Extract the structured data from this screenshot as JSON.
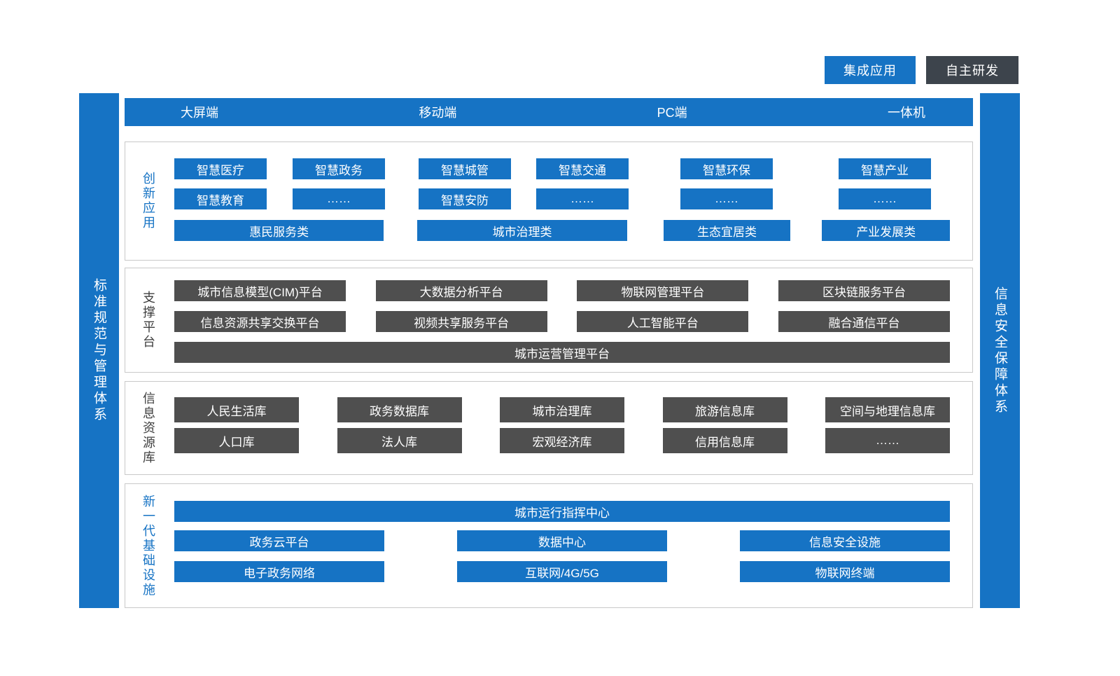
{
  "colors": {
    "blue": "#1673c4",
    "dark": "#4f4f4f",
    "legend_dark": "#3d444c"
  },
  "legend": {
    "integrated_label": "集成应用",
    "self_developed_label": "自主研发"
  },
  "side_bars": {
    "left_label": "标准规范与管理体系",
    "right_label": "信息安全保障体系"
  },
  "terminals": [
    "大屏端",
    "移动端",
    "PC端",
    "一体机"
  ],
  "sections": {
    "innovation": {
      "title": "创新应用",
      "row1": [
        "智慧医疗",
        "智慧政务",
        "智慧城管",
        "智慧交通",
        "智慧环保",
        "智慧产业"
      ],
      "row2": [
        "智慧教育",
        "……",
        "智慧安防",
        "……",
        "……",
        "……"
      ],
      "row3": [
        "惠民服务类",
        "城市治理类",
        "生态宜居类",
        "产业发展类"
      ]
    },
    "support": {
      "title": "支撑平台",
      "row1": [
        "城市信息模型(CIM)平台",
        "大数据分析平台",
        "物联网管理平台",
        "区块链服务平台"
      ],
      "row2": [
        "信息资源共享交换平台",
        "视频共享服务平台",
        "人工智能平台",
        "融合通信平台"
      ],
      "row3": [
        "城市运营管理平台"
      ]
    },
    "resource": {
      "title": "信息资源库",
      "row1": [
        "人民生活库",
        "政务数据库",
        "城市治理库",
        "旅游信息库",
        "空间与地理信息库"
      ],
      "row2": [
        "人口库",
        "法人库",
        "宏观经济库",
        "信用信息库",
        "……"
      ]
    },
    "infrastructure": {
      "title": "新一代基础设施",
      "row1": [
        "城市运行指挥中心"
      ],
      "row2": [
        "政务云平台",
        "数据中心",
        "信息安全设施"
      ],
      "row3": [
        "电子政务网络",
        "互联网/4G/5G",
        "物联网终端"
      ]
    }
  }
}
